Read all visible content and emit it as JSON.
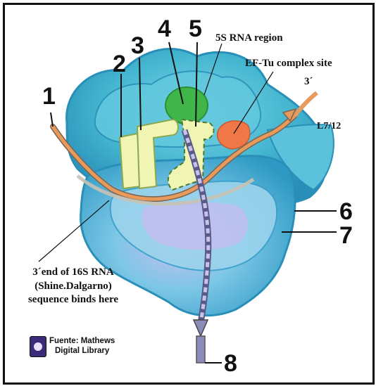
{
  "labels": {
    "n1": "1",
    "n2": "2",
    "n3": "3",
    "n4": "4",
    "n5": "5",
    "n6": "6",
    "n7": "7",
    "n8": "8",
    "rna5s": "5S RNA region",
    "eftu": "EF-Tu complex site",
    "three_prime": "3´",
    "l7l12": "L7/12"
  },
  "caption": {
    "line1": "3´end of 16S RNA",
    "line2": "(Shine.Dalgarno)",
    "line3": "sequence binds here"
  },
  "credit": {
    "line1": "Fuente: Mathews",
    "line2": "Digital Library"
  },
  "colors": {
    "large_subunit": "#38b2cc",
    "small_subunit": "#4ab8d8",
    "mrna": "#e8995c",
    "trna": "#f0f5b4",
    "site_5s": "#3fb54a",
    "site_eftu": "#f07848",
    "nascent_chain": "#8c8ab8"
  }
}
